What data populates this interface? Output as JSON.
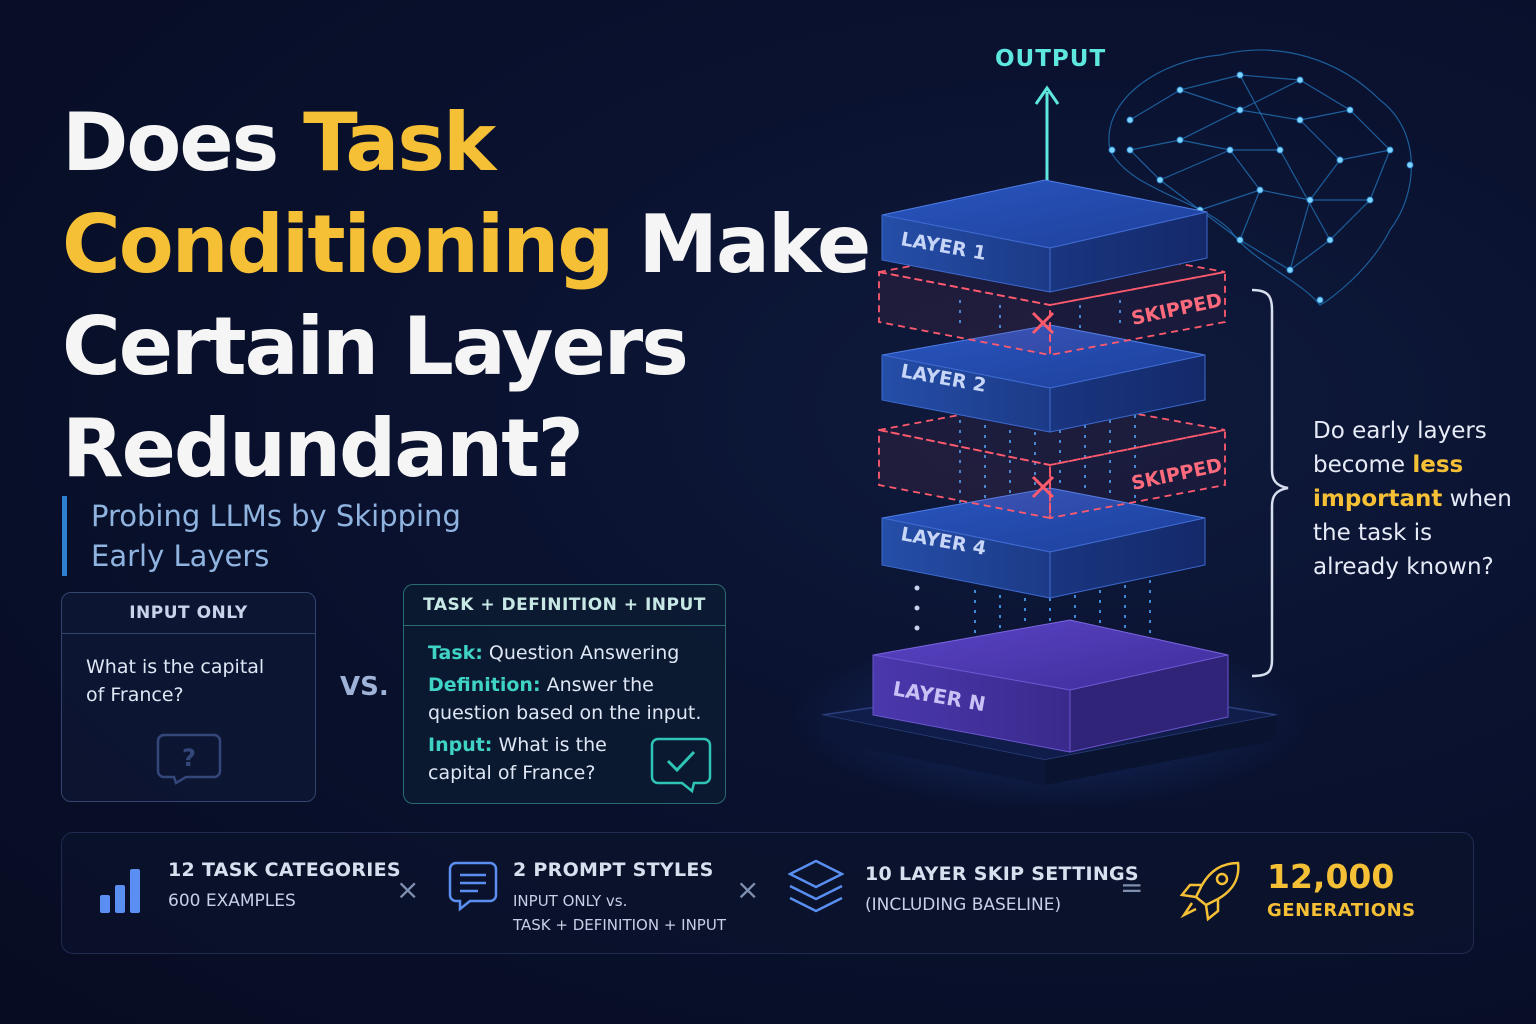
{
  "title": {
    "part1": "Does ",
    "part2": "Task",
    "part3": "Conditioning",
    "part4": " Make Certain Layers Redundant?"
  },
  "subtitle": "Probing LLMs by Skipping Early Layers",
  "card_input_only": {
    "header": "INPUT ONLY",
    "question": "What is the capital of France?"
  },
  "vs_label": "VS.",
  "card_task": {
    "header": "TASK + DEFINITION + INPUT",
    "task_label": "Task:",
    "task_value": " Question Answering",
    "definition_label": "Definition:",
    "definition_value": " Answer the question based on the input.",
    "input_label": "Input:",
    "input_value": " What is the capital of France?"
  },
  "diagram": {
    "output_label": "OUTPUT",
    "layers": [
      "LAYER 1",
      "LAYER 2",
      "LAYER 4",
      "LAYER N"
    ],
    "skipped_label": "SKIPPED"
  },
  "question": {
    "part1": "Do early layers become ",
    "part2": "less important",
    "part3": " when the task is already known?"
  },
  "stats": {
    "s1_a": "12 TASK CATEGORIES",
    "s1_b": "600 EXAMPLES",
    "s2_a": "2 PROMPT STYLES",
    "s2_b1": "INPUT ONLY vs.",
    "s2_b2": "TASK + DEFINITION + INPUT",
    "s3_a": "10 LAYER SKIP SETTINGS",
    "s3_b": "(INCLUDING BASELINE)",
    "total": "12,000",
    "total_label": "GENERATIONS",
    "times": "×",
    "equals": "="
  },
  "colors": {
    "accent": "#f5c035",
    "teal": "#3fd3c5",
    "skipped": "#ff5a6e",
    "layer": "#2b5bc4",
    "layer_n": "#5a3fb8"
  }
}
